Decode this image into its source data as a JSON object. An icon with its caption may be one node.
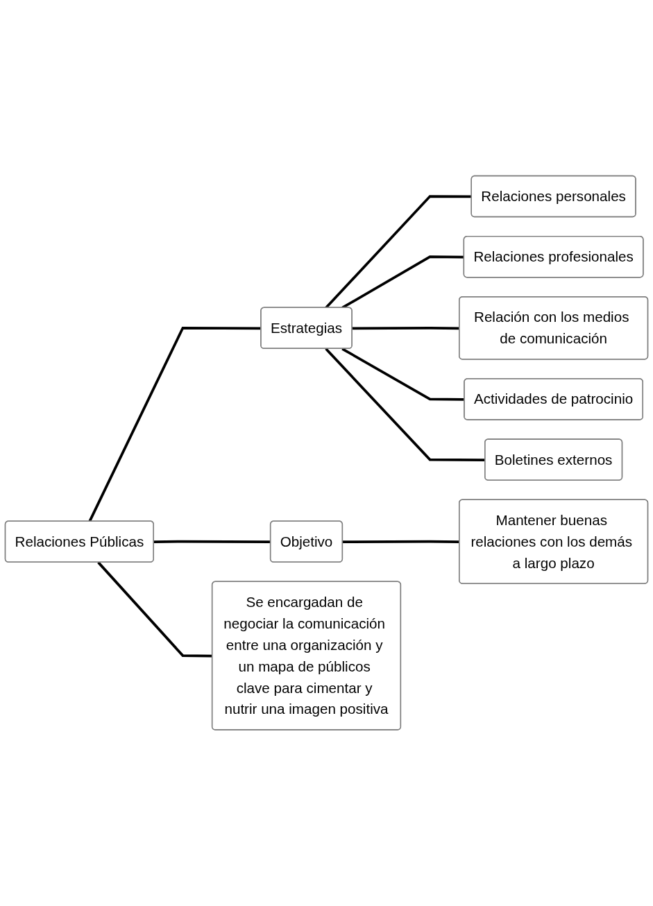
{
  "diagram": {
    "nodes": [
      {
        "text": [
          "Relaciones Públicas"
        ]
      },
      {
        "text": [
          "Estrategias"
        ]
      },
      {
        "text": [
          "Relaciones personales"
        ]
      },
      {
        "text": [
          "Relaciones profesionales"
        ]
      },
      {
        "text": [
          "Relación con los medios de comunicación"
        ]
      },
      {
        "text": [
          "Actividades de patrocinio"
        ]
      },
      {
        "text": [
          "Boletines externos"
        ]
      },
      {
        "text": [
          "Objetivo"
        ]
      },
      {
        "text": [
          "Mantener buenas relaciones con los demás a largo plazo"
        ]
      },
      {
        "text": [
          "Se encargadan de negociar la comunicación entre una organización y un mapa de públicos clave para cimentar y nutrir una imagen positiva"
        ]
      }
    ],
    "edges": [
      {
        "from": 0,
        "to": 1,
        "arrow": "none"
      },
      {
        "from": 1,
        "to": 2,
        "arrow": "none"
      },
      {
        "from": 1,
        "to": 3,
        "arrow": "none"
      },
      {
        "from": 1,
        "to": 4,
        "arrow": "none"
      },
      {
        "from": 1,
        "to": 5,
        "arrow": "none"
      },
      {
        "from": 1,
        "to": 6,
        "arrow": "none"
      },
      {
        "from": 0,
        "to": 7,
        "arrow": "none"
      },
      {
        "from": 7,
        "to": 8,
        "arrow": "none"
      },
      {
        "from": 0,
        "to": 9,
        "arrow": "none"
      }
    ]
  }
}
